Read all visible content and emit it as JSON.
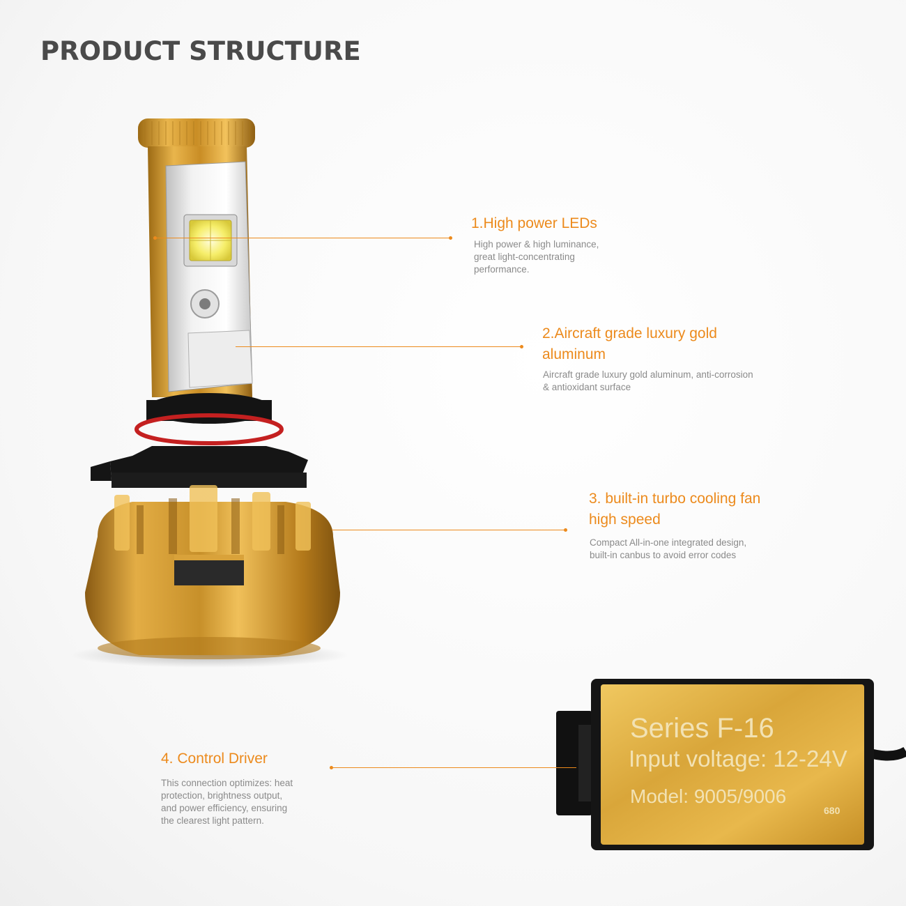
{
  "header": {
    "title": "PRODUCT STRUCTURE"
  },
  "callouts": [
    {
      "title": "1.High power  LEDs",
      "desc": [
        "High power & high luminance,",
        "great light-concentrating",
        "performance."
      ]
    },
    {
      "title": [
        "2.Aircraft grade luxury gold",
        "aluminum"
      ],
      "desc": [
        "Aircraft grade luxury gold aluminum,  anti-corrosion",
        "& antioxidant surface"
      ]
    },
    {
      "title": [
        "3. built-in turbo cooling fan",
        "high speed"
      ],
      "desc": [
        "Compact All-in-one integrated design,",
        "built-in canbus to avoid error codes"
      ]
    },
    {
      "title": "4.  Control Driver",
      "desc": [
        "This connection optimizes: heat",
        "protection, brightness output,",
        "and power efficiency, ensuring",
        "the clearest light pattern."
      ]
    }
  ],
  "driver_box": {
    "line1": "Series F-16",
    "line2": "Input voltage: 12-24V",
    "line3": "Model: 9005/9006",
    "code": "680"
  },
  "colors": {
    "accent": "#ec8a1c",
    "gold": "#d9a23a",
    "title": "#4a4a4a",
    "desc": "#8a8a8a"
  }
}
